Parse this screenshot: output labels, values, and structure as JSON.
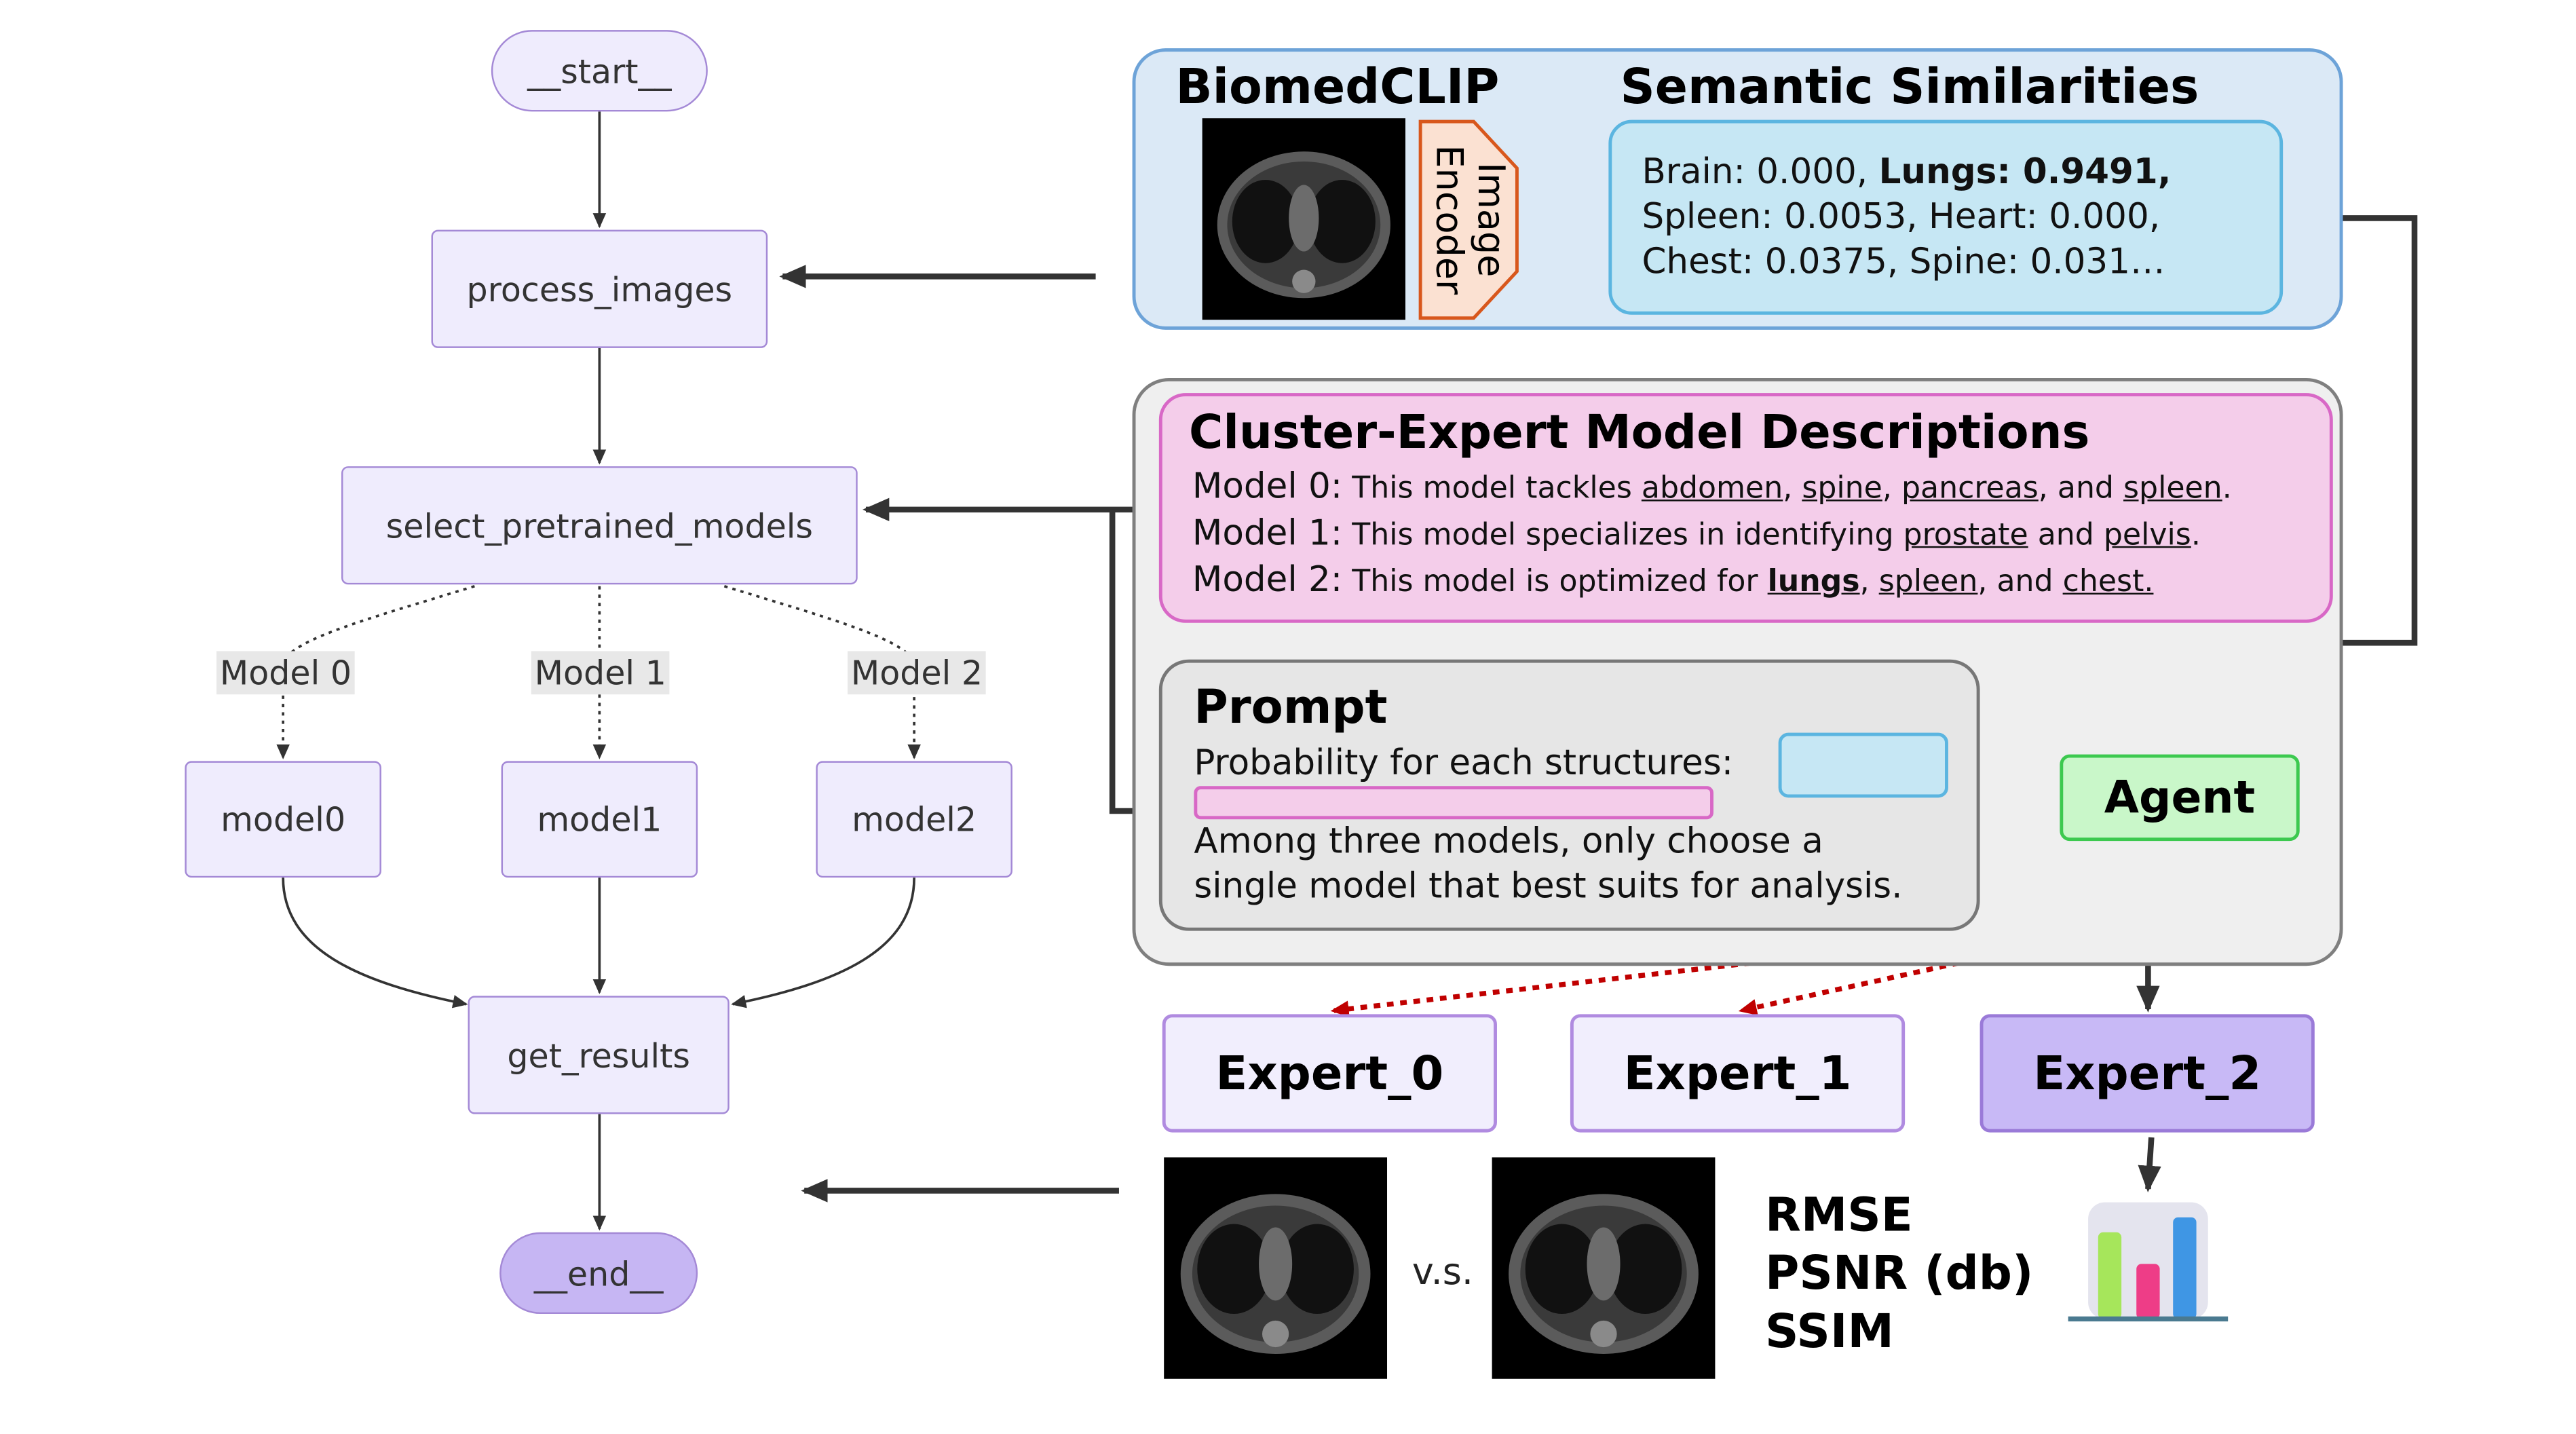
{
  "flow": {
    "start": "__start__",
    "process_images": "process_images",
    "select_models": "select_pretrained_models",
    "edge_labels": [
      "Model 0",
      "Model 1",
      "Model 2"
    ],
    "models": [
      "model0",
      "model1",
      "model2"
    ],
    "get_results": "get_results",
    "end": "__end__"
  },
  "biomedclip": {
    "title": "BiomedCLIP",
    "encoder_label": "Image\nEncoder"
  },
  "similarities": {
    "title": "Semantic Similarities",
    "line1_a": "Brain: 0.000, ",
    "line1_b": "Lungs: 0.9491,",
    "line2": "Spleen: 0.0053, Heart: 0.000,",
    "line3": "Chest: 0.0375, Spine: 0.031…"
  },
  "cluster": {
    "title": "Cluster-Expert Model Descriptions",
    "m0_label": "Model 0:",
    "m0_text": "This model tackles ",
    "m0_organs": [
      "abdomen",
      "spine",
      "pancreas",
      "spleen"
    ],
    "m1_label": "Model 1:",
    "m1_text": "This model specializes in identifying ",
    "m1_organs": [
      "prostate",
      "pelvis"
    ],
    "m2_label": "Model 2:",
    "m2_text": "This model is optimized for ",
    "m2_organs": [
      "lungs",
      "spleen",
      "chest."
    ],
    "sep_comma": ", ",
    "sep_and": ", and ",
    "sep_and_plain": " and ",
    "period": "."
  },
  "prompt": {
    "title": "Prompt",
    "line1": "Probability for each structures:",
    "line2": "Among three models, only choose a",
    "line3": "single model that best suits for analysis."
  },
  "agent": {
    "label": "Agent"
  },
  "experts": [
    "Expert_0",
    "Expert_1",
    "Expert_2"
  ],
  "evaluation": {
    "vs": "v.s.",
    "metrics": [
      "RMSE",
      "PSNR (db)",
      "SSIM"
    ]
  },
  "colors": {
    "node_fill": "#efecfd",
    "node_border": "#a489d6",
    "selected_expert": "#c8b9f6",
    "agent_fill": "#c9f7c9",
    "agent_border": "#3cc94f",
    "dotted_arrow": "#c00000"
  }
}
